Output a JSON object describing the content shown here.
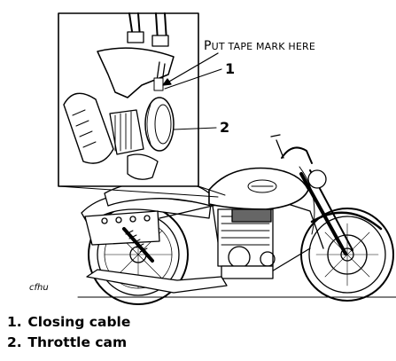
{
  "inset": {
    "instruction_initial": "P",
    "instruction_rest": "UT TAPE MARK HERE",
    "callout_1": "1",
    "callout_2": "2"
  },
  "figure_code": "cfhu",
  "legend": [
    {
      "number": "1.",
      "label": "Closing cable"
    },
    {
      "number": "2.",
      "label": "Throttle cam"
    }
  ]
}
